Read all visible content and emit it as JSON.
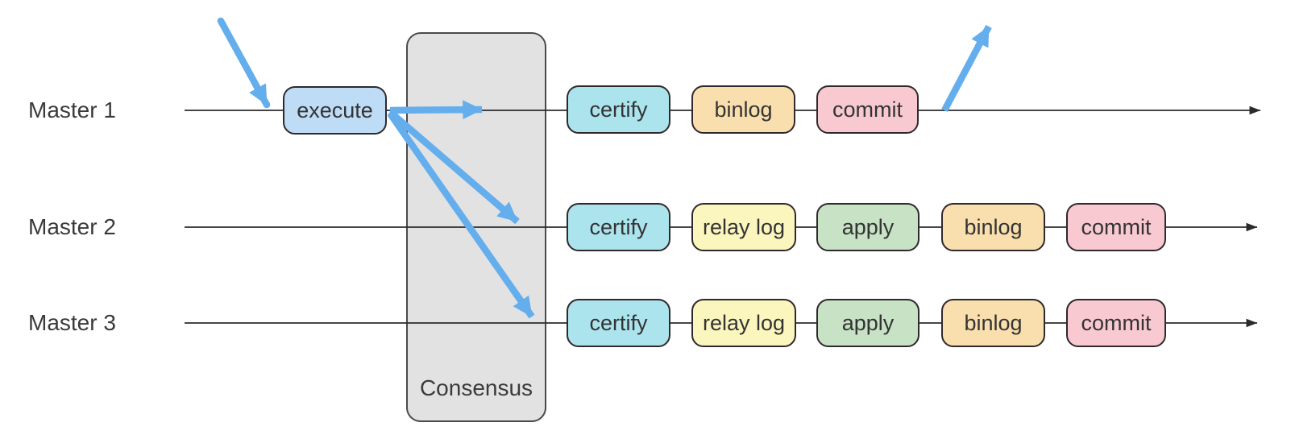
{
  "diagram": {
    "consensus_label": "Consensus",
    "lanes": [
      {
        "label": "Master 1",
        "boxes": [
          {
            "label": "execute"
          },
          {
            "label": "certify"
          },
          {
            "label": "binlog"
          },
          {
            "label": "commit"
          }
        ]
      },
      {
        "label": "Master 2",
        "boxes": [
          {
            "label": "certify"
          },
          {
            "label": "relay log"
          },
          {
            "label": "apply"
          },
          {
            "label": "binlog"
          },
          {
            "label": "commit"
          }
        ]
      },
      {
        "label": "Master 3",
        "boxes": [
          {
            "label": "certify"
          },
          {
            "label": "relay log"
          },
          {
            "label": "apply"
          },
          {
            "label": "binlog"
          },
          {
            "label": "commit"
          }
        ]
      }
    ]
  },
  "colors": {
    "execute": "#bfdcf6",
    "certify": "#ace4ee",
    "relay_log": "#fbf6be",
    "apply": "#c7e2c5",
    "binlog": "#fadfae",
    "commit": "#f9c9d2",
    "consensus_fill": "#e2e2e2",
    "arrow": "#64aeed",
    "line": "#2b2b2b"
  }
}
